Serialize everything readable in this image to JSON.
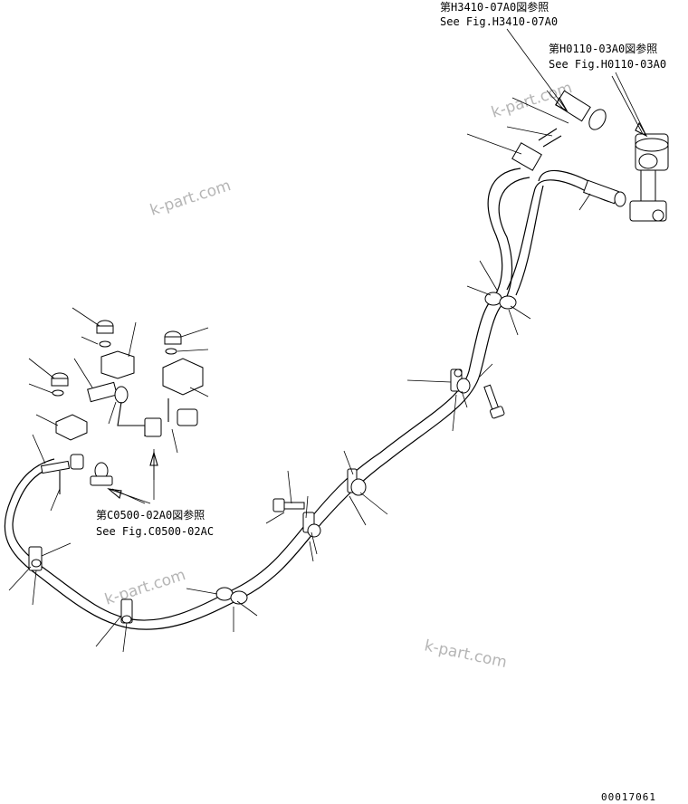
{
  "references": [
    {
      "jp": "第H3410-07A0図参照",
      "en": "See Fig.H3410-07A0"
    },
    {
      "jp": "第H0110-03A0図参照",
      "en": "See Fig.H0110-03A0"
    },
    {
      "jp": "第C0500-02A0図参照",
      "en": "See Fig.C0500-02AC"
    }
  ],
  "watermarks": [
    "k-part.com",
    "k-part.com",
    "k-part.com",
    "k-part.com"
  ],
  "drawing_code": "00017061"
}
